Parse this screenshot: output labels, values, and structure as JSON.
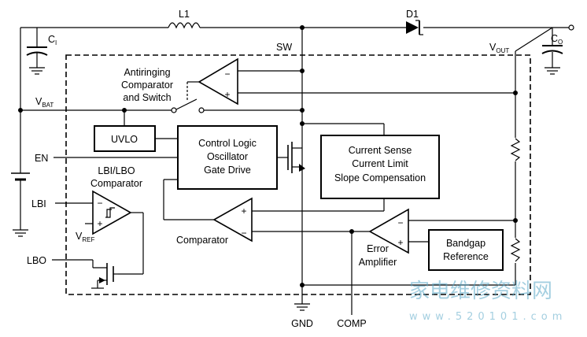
{
  "components": {
    "inductor": "L1",
    "diode": "D1",
    "input_cap": {
      "main": "C",
      "sub": "I"
    },
    "output_cap": {
      "main": "C",
      "sub": "O"
    },
    "vout": {
      "main": "V",
      "sub": "OUT"
    },
    "vbat": {
      "main": "V",
      "sub": "BAT"
    },
    "vref": {
      "main": "V",
      "sub": "REF"
    },
    "sw": "SW"
  },
  "pins": {
    "en": "EN",
    "lbi": "LBI",
    "lbo": "LBO",
    "gnd": "GND",
    "comp": "COMP"
  },
  "blocks": {
    "uvlo": "UVLO",
    "control_logic": [
      "Control Logic",
      "Oscillator",
      "Gate Drive"
    ],
    "current_sense": [
      "Current Sense",
      "Current Limit",
      "Slope Compensation"
    ],
    "bandgap": [
      "Bandgap",
      "Reference"
    ]
  },
  "labels": {
    "antiringing": [
      "Antiringing",
      "Comparator",
      "and Switch"
    ],
    "lbi_lbo": [
      "LBI/LBO",
      "Comparator"
    ],
    "comparator": "Comparator",
    "error_amp": [
      "Error",
      "Amplifier"
    ]
  },
  "amp_signs": {
    "minus": "−",
    "plus": "+"
  },
  "watermark": {
    "cn": "家电维修资料网",
    "url": "www.520101.com"
  }
}
